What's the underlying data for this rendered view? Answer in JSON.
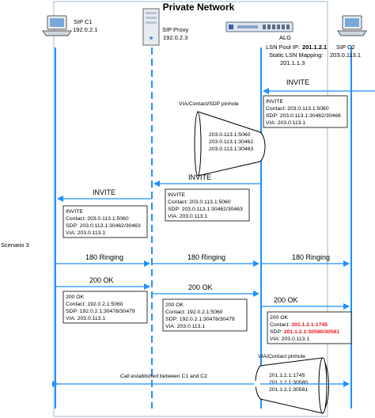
{
  "title": "Private Network",
  "scenario_label": "Scenario 3",
  "colors": {
    "lifeline": "#1e90ff",
    "arrow": "#1e90ff",
    "box_border": "#000000",
    "highlight": "#e8141b",
    "region_border": "#9fb6d8"
  },
  "nodes": {
    "sip_c1": {
      "name": "SIP C1",
      "ip": "192.0.2.1",
      "icon": "laptop-icon"
    },
    "sip_proxy": {
      "name": "SIP Proxy",
      "ip": "192.0.2.3",
      "icon": "server-icon"
    },
    "alg": {
      "name": "ALG",
      "pool_label": "LSN Pool IP:",
      "pool_ip": "201.1.2.1",
      "mapping_label": "Static LSN Mapping:",
      "mapping_ip": "201.1.1.3",
      "icon": "router-icon"
    },
    "sip_c2": {
      "name": "SIP C2",
      "ip": "203.0.113.1",
      "icon": "laptop-icon"
    }
  },
  "messages": {
    "invite_1": "INVITE",
    "invite_2": "INVITE",
    "invite_3": "INVITE",
    "ringing_1": "180 Ringing",
    "ringing_2": "180 Ringing",
    "ringing_3": "180 Ringing",
    "ok_1": "200 OK",
    "ok_2": "200 OK",
    "ok_3": "200 OK",
    "established": "Call established between C1 and C2"
  },
  "boxes": {
    "invite_c2": [
      "INVITE",
      "Contact: 203.0.113.1:5060",
      "SDP: 203.0.113.1:30462/30466",
      "VIA: 203.0.113.1"
    ],
    "invite_proxy": [
      "INVITE",
      "Contact: 203.0.113.1:5060",
      "SDP: 203.0.113.1:30462/30463",
      "VIA: 203.0.113.1"
    ],
    "invite_c1": [
      "INVITE",
      "Contact: 203.0.113.1:5060",
      "SDP: 203.0.113.1:30462/30463",
      "VIA: 203.0.113.1"
    ],
    "ok_c1": [
      "200 OK",
      "Contact: 192.0.2.1:5060",
      "SDP: 192.0.2.1:30478/30479",
      "VIA: 203.0.113.1"
    ],
    "ok_proxy": [
      "200 OK",
      "Contact: 192.0.2.1:5060",
      "SDP: 192.0.2.1:30478/30479",
      "VIA: 203.0.113.1"
    ],
    "ok_alg": {
      "title": "200 OK",
      "contact_label": "Contact:",
      "contact_value": "201.1.2.1:1745",
      "sdp_label": "SDP:",
      "sdp_value": "201.1.2.1:30580/30581",
      "via": "VIA: 203.0.113.1"
    }
  },
  "pinholes": {
    "first": {
      "label": "VIA/Contact/SDP pinhole",
      "lines": [
        "203.0.113.1:5060",
        "203.0.113.1:30462",
        "203.0.113.1:30463"
      ]
    },
    "second": {
      "label": "VIA/Contact pinhole",
      "lines": [
        "201.1.2.1:1745",
        "201.1.2.1:30580",
        "201.1.2.1:30581"
      ]
    }
  }
}
